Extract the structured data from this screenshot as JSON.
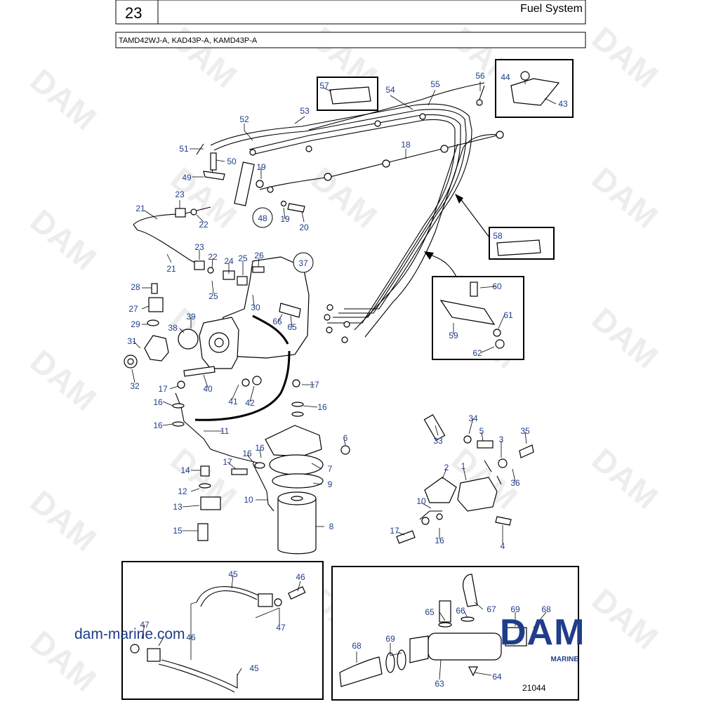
{
  "header": {
    "page_number": "23",
    "section_title": "Fuel System",
    "engine_models": "TAMD42WJ-A, KAD43P-A, KAMD43P-A"
  },
  "watermark": "DAM",
  "website": "dam-marine.com",
  "logo": {
    "name": "DAM",
    "subtitle": "MARINE"
  },
  "diagram_number": "21044",
  "reference_circles": [
    "48",
    "37"
  ],
  "callouts": [
    "57",
    "54",
    "55",
    "56",
    "44",
    "43",
    "53",
    "52",
    "51",
    "50",
    "49",
    "19",
    "18",
    "23",
    "21",
    "22",
    "20",
    "58",
    "28",
    "24",
    "25",
    "26",
    "27",
    "29",
    "30",
    "39",
    "38",
    "31",
    "66",
    "65",
    "32",
    "60",
    "61",
    "59",
    "62",
    "17",
    "40",
    "41",
    "42",
    "16",
    "11",
    "6",
    "14",
    "12",
    "13",
    "15",
    "7",
    "9",
    "10",
    "8",
    "33",
    "34",
    "5",
    "35",
    "3",
    "2",
    "1",
    "36",
    "4",
    "45",
    "46",
    "47",
    "63",
    "64",
    "67",
    "68",
    "69"
  ],
  "colors": {
    "callout": "#1f3d8a",
    "line": "#000000",
    "watermark": "#d8d8d8"
  }
}
